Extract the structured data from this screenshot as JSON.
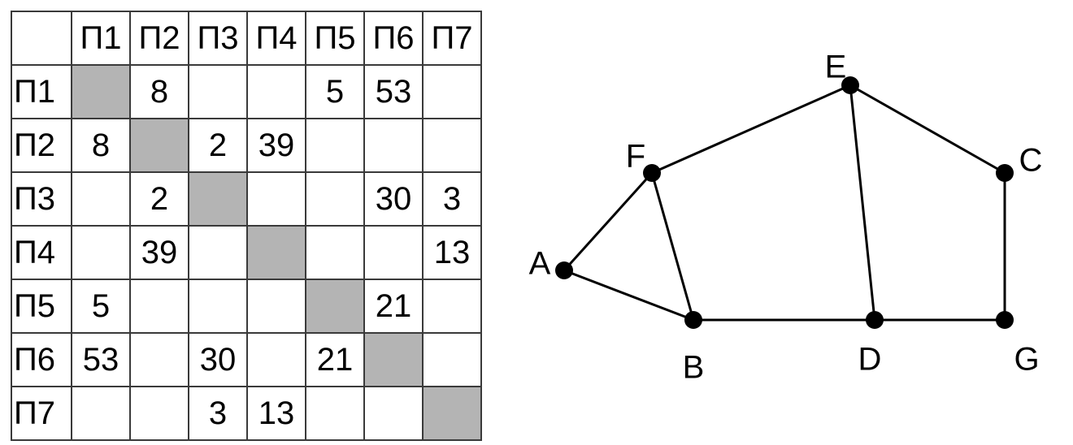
{
  "matrix": {
    "corner": "",
    "headers": [
      "П1",
      "П2",
      "П3",
      "П4",
      "П5",
      "П6",
      "П7"
    ],
    "rows": [
      {
        "label": "П1",
        "cells": [
          "",
          "8",
          "",
          "",
          "5",
          "53",
          ""
        ]
      },
      {
        "label": "П2",
        "cells": [
          "8",
          "",
          "2",
          "39",
          "",
          "",
          ""
        ]
      },
      {
        "label": "П3",
        "cells": [
          "",
          "2",
          "",
          "",
          "",
          "30",
          "3"
        ]
      },
      {
        "label": "П4",
        "cells": [
          "",
          "39",
          "",
          "",
          "",
          "",
          "13"
        ]
      },
      {
        "label": "П5",
        "cells": [
          "5",
          "",
          "",
          "",
          "",
          "21",
          ""
        ]
      },
      {
        "label": "П6",
        "cells": [
          "53",
          "",
          "30",
          "",
          "21",
          "",
          ""
        ]
      },
      {
        "label": "П7",
        "cells": [
          "",
          "",
          "3",
          "13",
          "",
          "",
          ""
        ]
      }
    ],
    "diagonal_color": "#b4b4b4",
    "border_color": "#3a3a3a"
  },
  "graph": {
    "vertices": [
      "A",
      "B",
      "C",
      "D",
      "E",
      "F",
      "G"
    ],
    "edges": [
      [
        "A",
        "F"
      ],
      [
        "A",
        "B"
      ],
      [
        "F",
        "B"
      ],
      [
        "F",
        "E"
      ],
      [
        "E",
        "D"
      ],
      [
        "E",
        "C"
      ],
      [
        "C",
        "G"
      ],
      [
        "B",
        "D"
      ],
      [
        "D",
        "G"
      ]
    ],
    "node_color": "#000000",
    "edge_color": "#000000"
  }
}
